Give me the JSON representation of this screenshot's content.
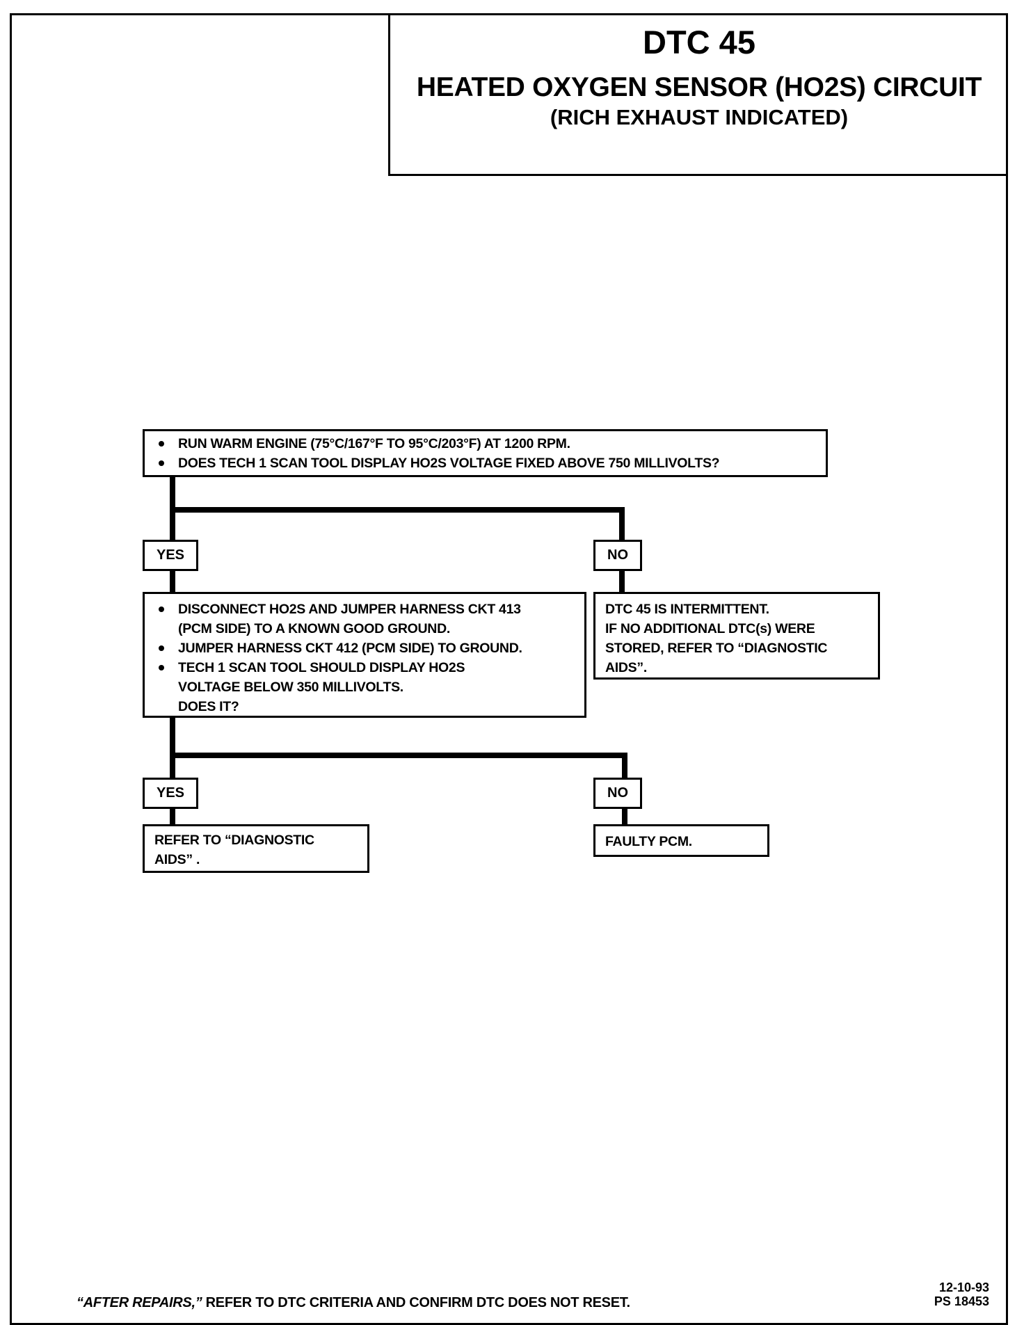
{
  "title": {
    "code": "DTC 45",
    "name": "HEATED OXYGEN SENSOR (HO2S) CIRCUIT",
    "condition": "(RICH EXHAUST INDICATED)"
  },
  "flow": {
    "step1": {
      "bullets": [
        "RUN WARM ENGINE (75°C/167°F TO 95°C/203°F) AT 1200 RPM.",
        "DOES TECH 1 SCAN TOOL DISPLAY HO2S VOLTAGE  FIXED ABOVE 750 MILLIVOLTS?"
      ]
    },
    "branch1": {
      "yes": "YES",
      "no": "NO"
    },
    "step2": {
      "bullets": [
        "DISCONNECT HO2S AND JUMPER HARNESS CKT 413",
        "JUMPER HARNESS CKT 412 (PCM SIDE) TO GROUND.",
        "TECH 1 SCAN TOOL SHOULD DISPLAY HO2S"
      ],
      "continuations": [
        "(PCM SIDE) TO A KNOWN GOOD GROUND.",
        "VOLTAGE BELOW 350 MILLIVOLTS.",
        "DOES IT?"
      ]
    },
    "result_no1": {
      "lines": [
        "DTC 45 IS INTERMITTENT.",
        "IF NO ADDITIONAL DTC(s) WERE",
        "STORED, REFER TO “DIAGNOSTIC",
        "AIDS”."
      ]
    },
    "branch2": {
      "yes": "YES",
      "no": "NO"
    },
    "result_yes2": {
      "lines": [
        "REFER TO “DIAGNOSTIC",
        "AIDS” ."
      ]
    },
    "result_no2": {
      "lines": [
        "FAULTY PCM."
      ]
    }
  },
  "footer": {
    "emphasis": "“AFTER REPAIRS,”",
    "text": " REFER TO DTC CRITERIA AND CONFIRM DTC DOES NOT RESET.",
    "date": "12-10-93",
    "ref": "PS 18453"
  }
}
